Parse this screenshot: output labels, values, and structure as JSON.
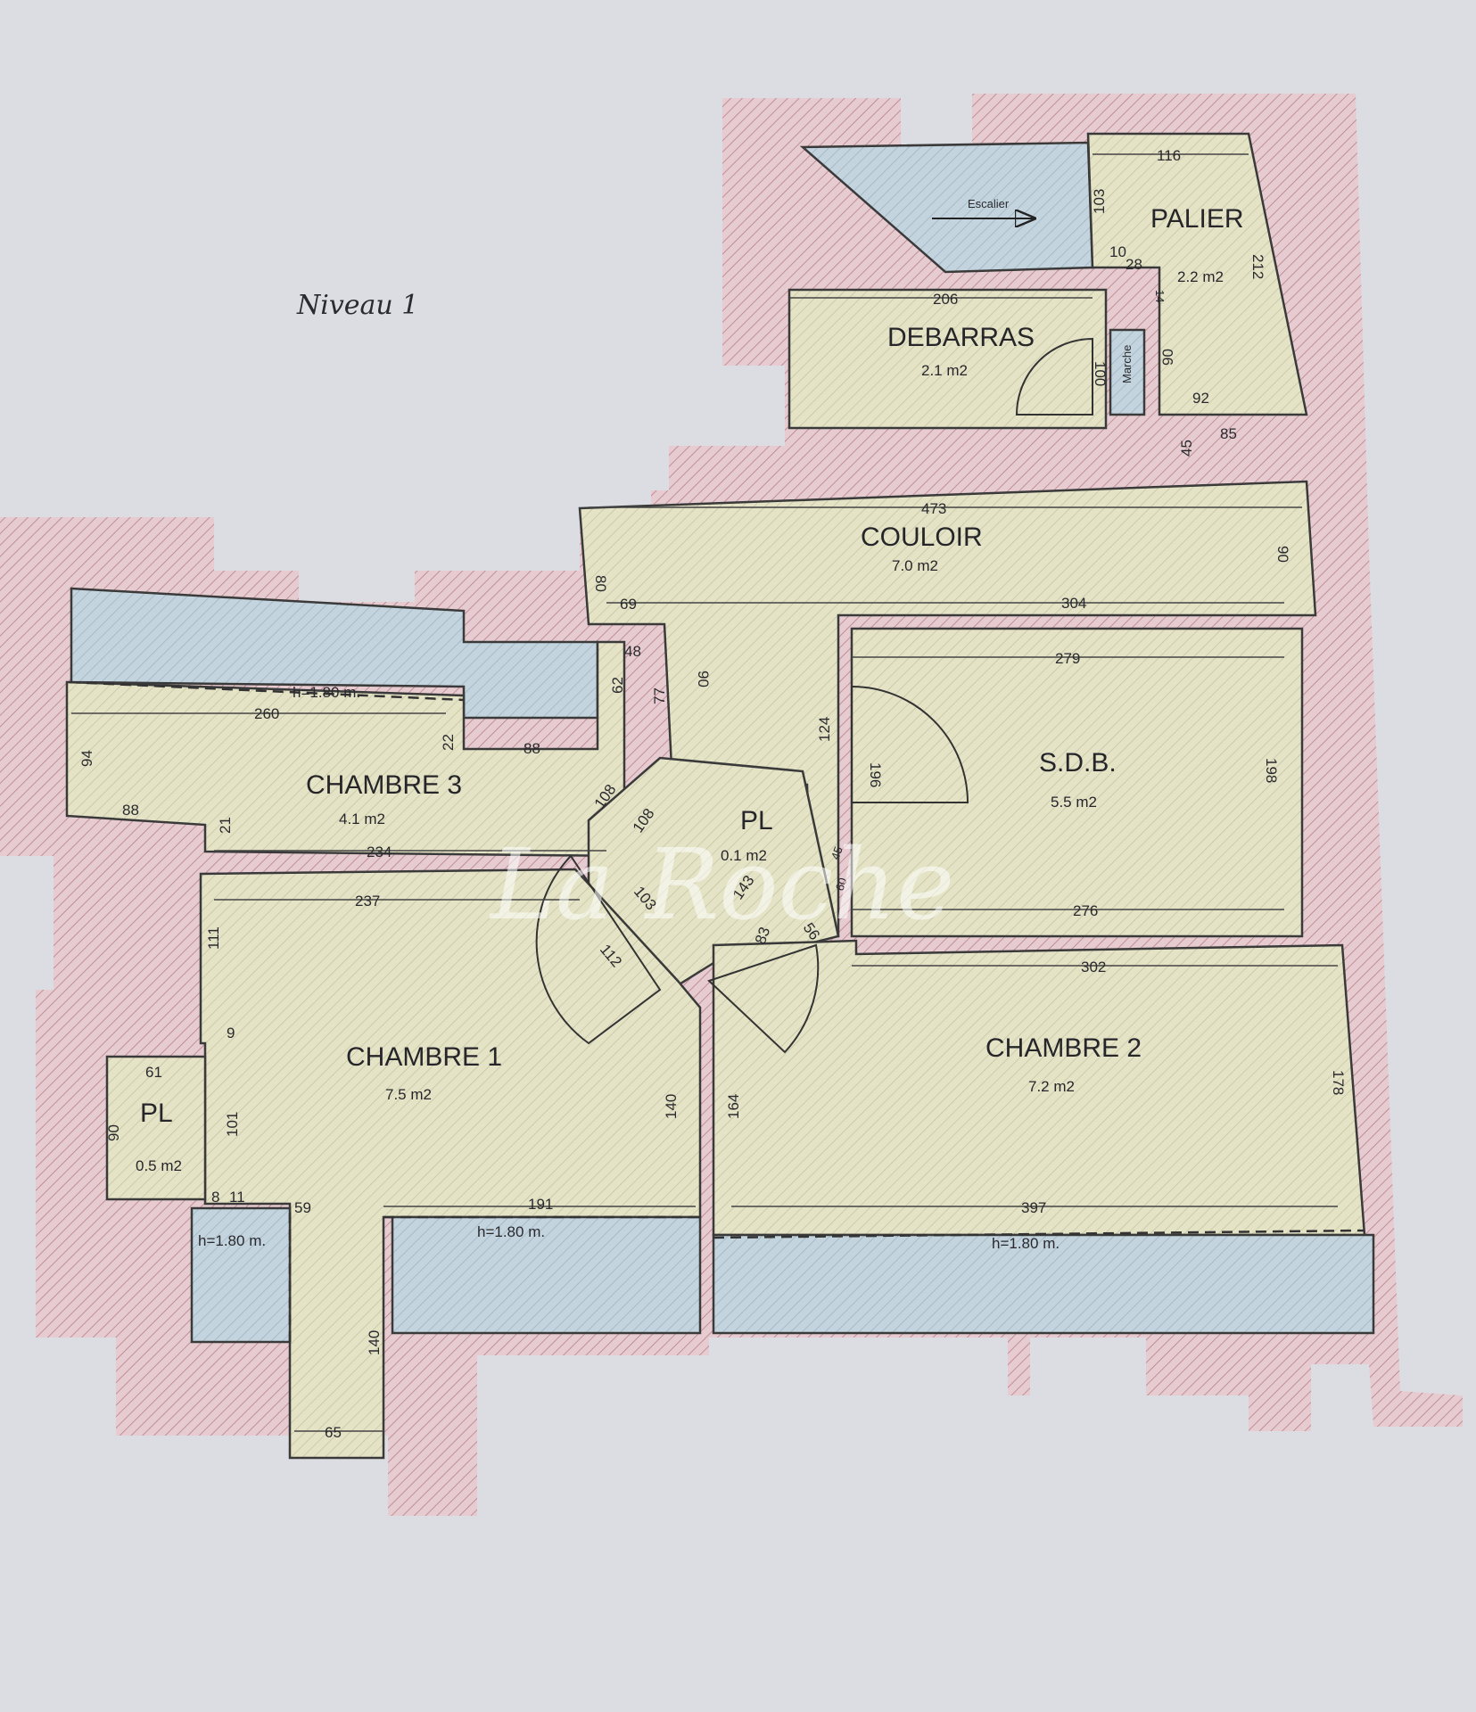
{
  "title": "Niveau 1",
  "watermark": "La Roche",
  "rooms": {
    "palier": {
      "name": "PALIER",
      "area": "2.2 m2"
    },
    "debarras": {
      "name": "DEBARRAS",
      "area": "2.1 m2"
    },
    "couloir": {
      "name": "COULOIR",
      "area": "7.0 m2"
    },
    "sdb": {
      "name": "S.D.B.",
      "area": "5.5 m2"
    },
    "chambre3": {
      "name": "CHAMBRE 3",
      "area": "4.1 m2"
    },
    "chambre1": {
      "name": "CHAMBRE 1",
      "area": "7.5 m2"
    },
    "chambre2": {
      "name": "CHAMBRE 2",
      "area": "7.2 m2"
    },
    "pl_center": {
      "name": "PL",
      "area": "0.1 m2"
    },
    "pl_left": {
      "name": "PL",
      "area": "0.5 m2"
    }
  },
  "labels": {
    "escalier": "Escalier",
    "marche": "Marche",
    "height_note": "h=1.80 m.",
    "height_note_c3": "h=1.80 m."
  },
  "dimensions": {
    "palier_top": "116",
    "palier_left": "103",
    "palier_10": "10",
    "palier_28": "28",
    "palier_14": "14",
    "palier_right": "212",
    "debarras_top": "206",
    "debarras_100": "100",
    "d_90": "90",
    "d_92": "92",
    "d_85": "85",
    "d_45": "45",
    "couloir_top": "473",
    "couloir_left": "80",
    "couloir_right": "90",
    "couloir_69": "69",
    "couloir_304": "304",
    "c_48": "48",
    "c_62": "62",
    "c_77": "77",
    "c_90": "90",
    "c_124": "124",
    "sdb_top": "279",
    "sdb_left": "196",
    "sdb_right": "198",
    "sdb_bottom": "276",
    "c3_260": "260",
    "c3_94": "94",
    "c3_22": "22",
    "c3_88a": "88",
    "c3_88b": "88",
    "c3_21": "21",
    "c3_234": "234",
    "pl_108a": "108",
    "pl_108b": "108",
    "pl_103": "103",
    "pl_143": "143",
    "pl_45": "45",
    "pl_60": "60",
    "pl_83": "83",
    "pl_56": "56",
    "pl_112": "112",
    "c1_237": "237",
    "c1_111": "111",
    "c1_9": "9",
    "c1_61": "61",
    "c1_90": "90",
    "c1_101": "101",
    "c1_8": "8",
    "c1_11": "11",
    "c1_59": "59",
    "c1_191": "191",
    "c1_140a": "140",
    "c1_140b": "140",
    "c1_65": "65",
    "c2_302": "302",
    "c2_164": "164",
    "c2_178": "178",
    "c2_397": "397"
  }
}
